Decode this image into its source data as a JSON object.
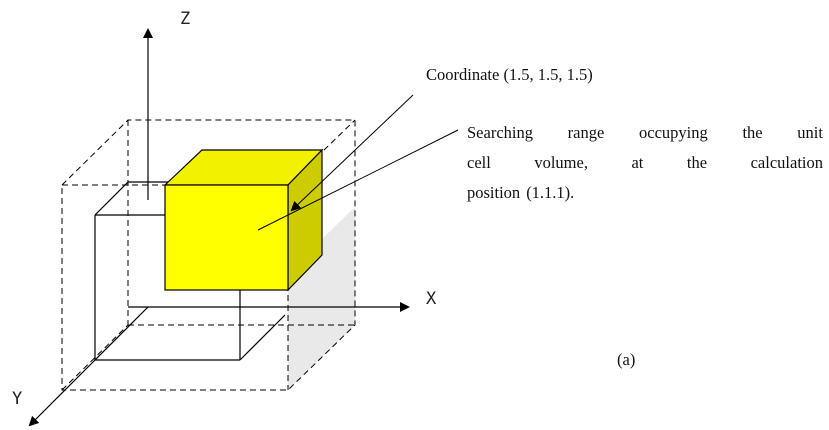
{
  "axes": {
    "z": "Z",
    "x": "X",
    "y": "Y"
  },
  "annotations": {
    "coordinate": "Coordinate (1.5, 1.5, 1.5)",
    "searching_lines": [
      [
        "Searching",
        "range",
        "occupying",
        "the",
        "unit"
      ],
      [
        "cell",
        "volume,",
        "at",
        "the",
        "calculation"
      ],
      [
        "position",
        "(1.1.1)."
      ]
    ]
  },
  "panel_label": "(a)",
  "colors": {
    "highlight_front": "#ffff00",
    "highlight_top": "#f2f200",
    "highlight_side": "#cccc00",
    "shaded_face": "#e9e9e9",
    "line": "#000000"
  }
}
